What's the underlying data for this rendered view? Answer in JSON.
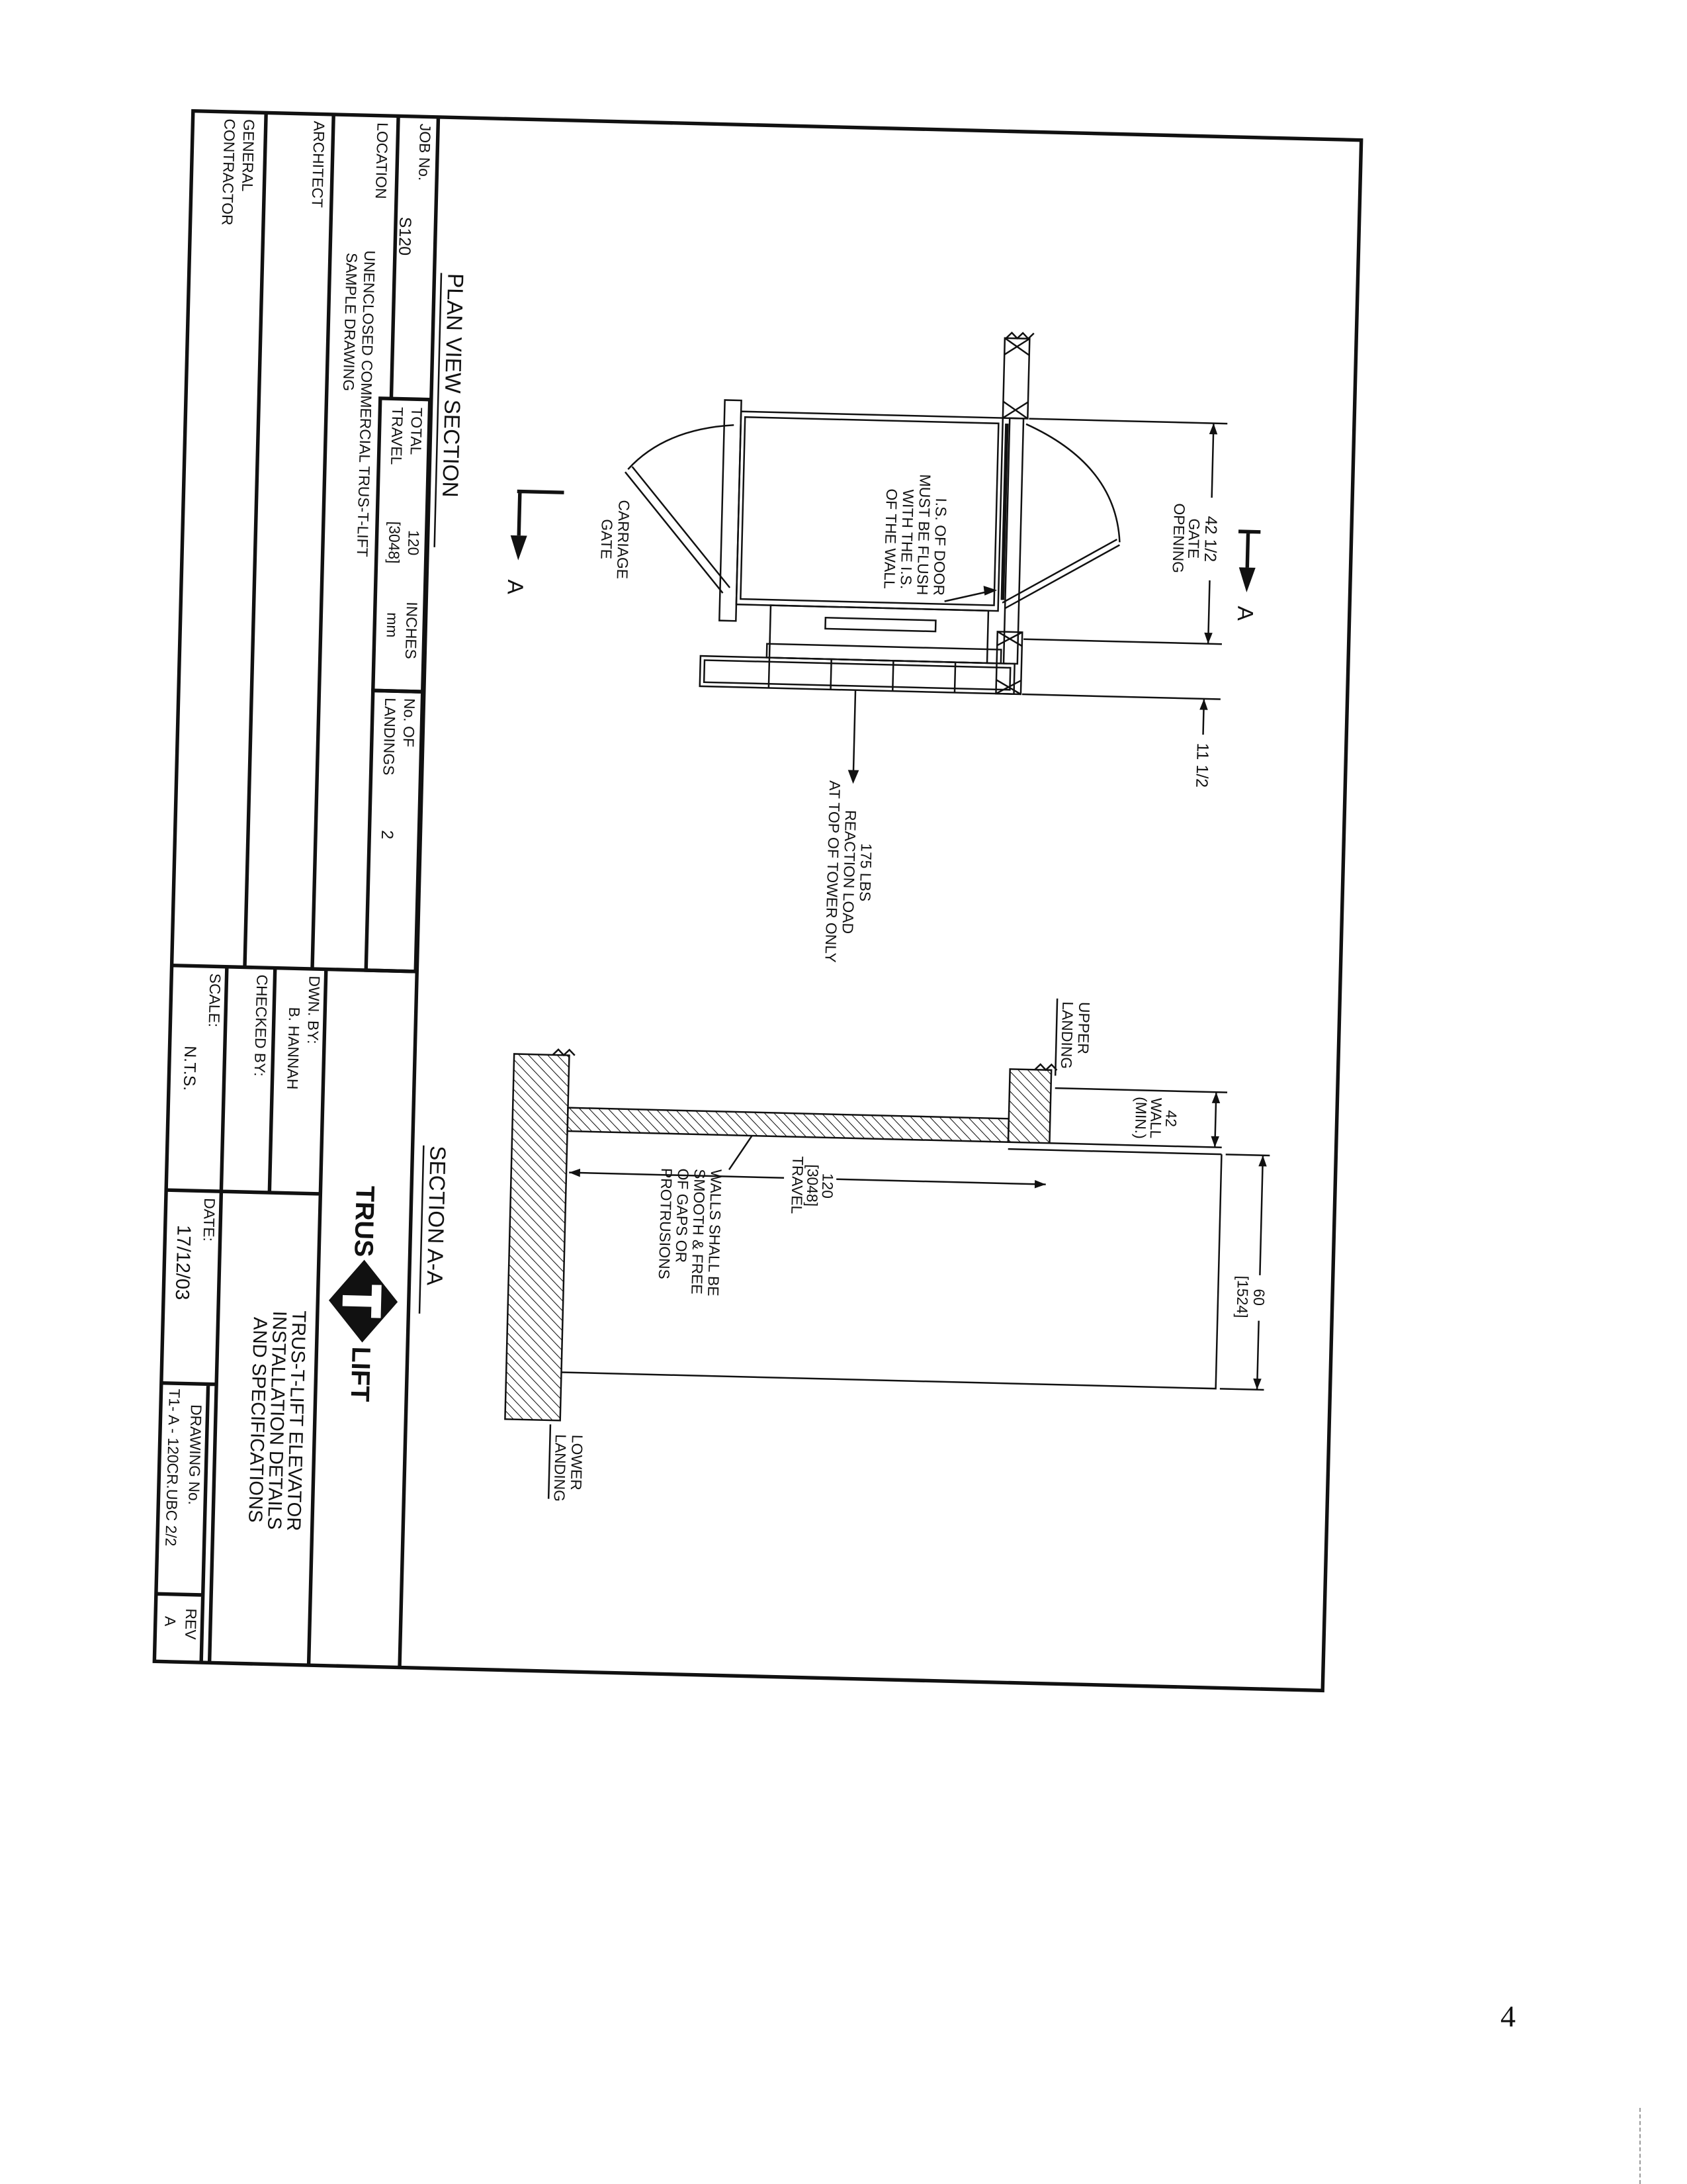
{
  "plan_view": {
    "title": "PLAN VIEW SECTION",
    "section_marker": "A",
    "gate_dim": "42 1/2",
    "gate_dim_label": [
      "GATE",
      "OPENING"
    ],
    "tower_dim": "11 1/2",
    "door_note": [
      "I.S. OF DOOR",
      "MUST BE FLUSH",
      "WITH THE I.S.",
      "OF THE WALL"
    ],
    "carriage_gate": [
      "CARRIAGE",
      "GATE"
    ],
    "reaction_note": [
      "175 LBS",
      "REACTION LOAD",
      "AT TOP OF TOWER ONLY"
    ]
  },
  "section_view": {
    "title": "SECTION A-A",
    "upper_landing": [
      "UPPER",
      "LANDING"
    ],
    "lower_landing": [
      "LOWER",
      "LANDING"
    ],
    "wall_dim": [
      "42",
      "WALL",
      "(MIN.)"
    ],
    "depth_dim": [
      "60",
      "[1524]"
    ],
    "travel_dim": [
      "120",
      "[3048]",
      "TRAVEL"
    ],
    "walls_note": [
      "WALLS SHALL BE",
      "SMOOTH & FREE",
      "OF GAPS OR",
      "PROTRUSIONS"
    ]
  },
  "title_block": {
    "job_label": "JOB No.",
    "job_value": "S120",
    "total_travel_label": [
      "TOTAL",
      "TRAVEL"
    ],
    "total_travel_in": "120",
    "total_travel_mm": "[3048]",
    "units": [
      "INCHES",
      "mm"
    ],
    "landings_label": [
      "No. OF",
      "LANDINGS"
    ],
    "landings_value": "2",
    "location_label": "LOCATION",
    "location_value": [
      "UNENCLOSED COMMERCIAL TRUS-T-LIFT",
      "SAMPLE DRAWING"
    ],
    "architect_label": "ARCHITECT",
    "contractor_label": [
      "GENERAL",
      "CONTRACTOR"
    ],
    "logo": {
      "left": "TRUS",
      "center": "T",
      "right": "LIFT"
    },
    "drawn_by_label": "DWN. BY:",
    "drawn_by_value": "B. HANNAH",
    "checked_by_label": "CHECKED BY:",
    "scale_label": "SCALE:",
    "scale_value": "N.T.S.",
    "title": [
      "TRUS-T-LIFT ELEVATOR",
      "INSTALLATION DETAILS",
      "AND SPECIFICATIONS"
    ],
    "date_label": "DATE:",
    "date_value": "17/12/03",
    "drawing_no_label": "DRAWING No.",
    "drawing_no_value": "T1- A - 120CR.UBC  2/2",
    "rev_label": "REV",
    "rev_value": "A"
  },
  "page_number": "4"
}
